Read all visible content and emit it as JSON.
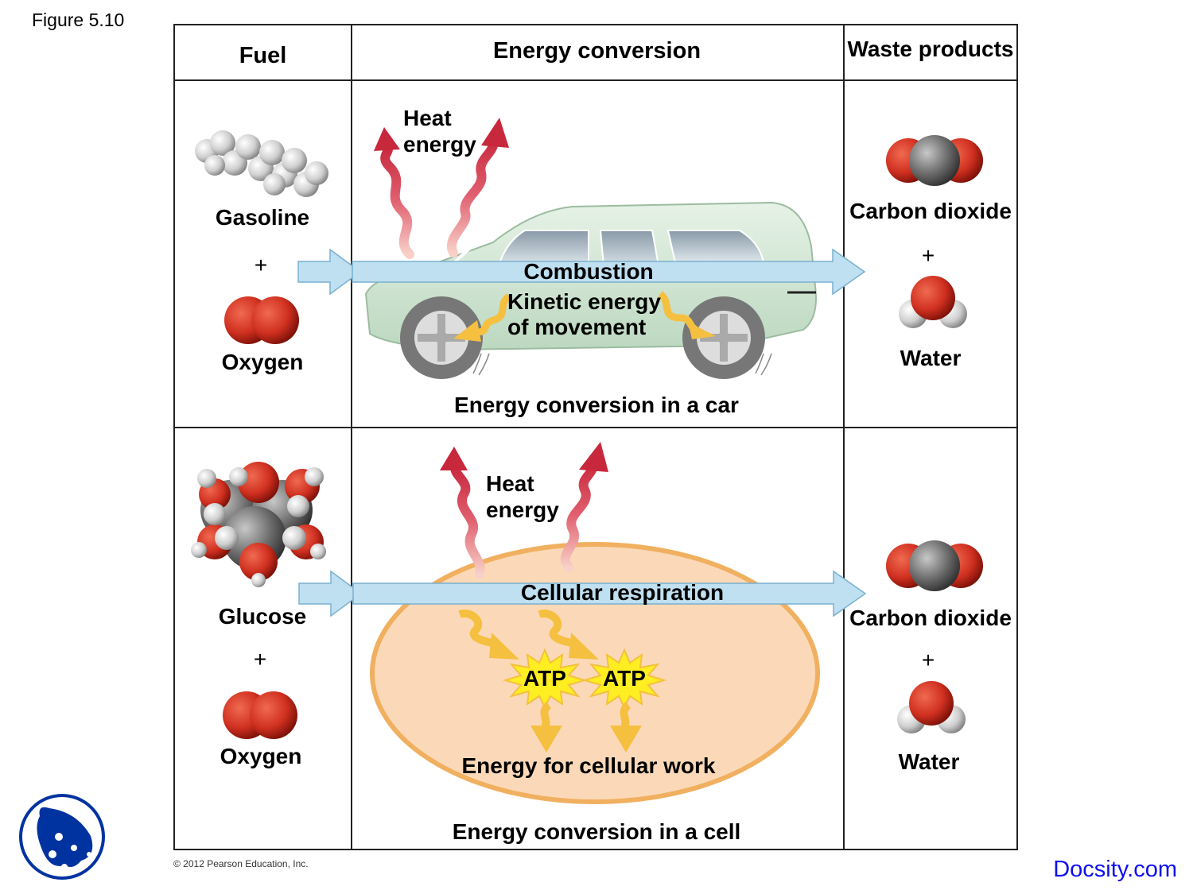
{
  "figure_label": "Figure 5.10",
  "headers": {
    "fuel": "Fuel",
    "conversion": "Energy conversion",
    "waste": "Waste products"
  },
  "car_row": {
    "fuel_1": "Gasoline",
    "plus": "+",
    "fuel_2": "Oxygen",
    "heat_label_1": "Heat",
    "heat_label_2": "energy",
    "process": "Combustion",
    "kinetic_1": "Kinetic energy",
    "kinetic_2": "of movement",
    "caption": "Energy conversion in a car",
    "waste_1": "Carbon dioxide",
    "waste_2": "Water"
  },
  "cell_row": {
    "fuel_1": "Glucose",
    "plus": "+",
    "fuel_2": "Oxygen",
    "heat_label_1": "Heat",
    "heat_label_2": "energy",
    "process": "Cellular respiration",
    "atp_1": "ATP",
    "atp_2": "ATP",
    "work": "Energy for cellular work",
    "caption": "Energy conversion in a cell",
    "waste_1": "Carbon dioxide",
    "waste_2": "Water"
  },
  "footer": {
    "copyright": "© 2012 Pearson Education, Inc.",
    "brand": "Docsity.com"
  },
  "colors": {
    "process_arrow": "#bfe0f0",
    "heat_arrow": "#c8283c",
    "cell_fill": "#fbd9b8",
    "cell_border": "#f0b060",
    "atp_star": "#ffee22",
    "energy_arrow": "#f5c040",
    "car_body": "#d4e8d4",
    "oxygen_atom": "#d03020",
    "carbon_atom": "#6a6a6a",
    "hydrogen_atom": "#d8d8d8",
    "brand_blue": "#0033a0",
    "docsity_link": "#1010ee"
  }
}
